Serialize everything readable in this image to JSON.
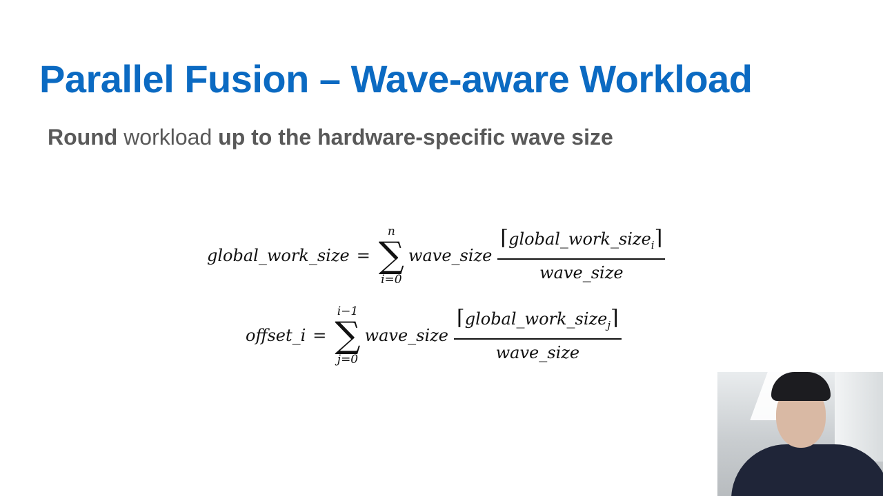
{
  "slide": {
    "title": "Parallel Fusion – Wave-aware Workload",
    "subtitle": {
      "part1": "Round",
      "part2": " workload ",
      "part3": "up to the hardware-specific wave size"
    }
  },
  "equations": {
    "eq1": {
      "lhs": "global_work_size",
      "equals": "=",
      "sum_upper": "n",
      "sum_lower": "i=0",
      "term": "wave_size",
      "num_open": "⌈",
      "num_text": "global_work_size",
      "num_sub": "i",
      "num_close": "⌉",
      "denominator": "wave_size"
    },
    "eq2": {
      "lhs": "offset_i",
      "equals": "=",
      "sum_upper": "i−1",
      "sum_lower": "j=0",
      "term": "wave_size",
      "num_open": "⌈",
      "num_text": "global_work_size",
      "num_sub": "j",
      "num_close": "⌉",
      "denominator": "wave_size"
    }
  },
  "symbols": {
    "sigma": "∑"
  }
}
